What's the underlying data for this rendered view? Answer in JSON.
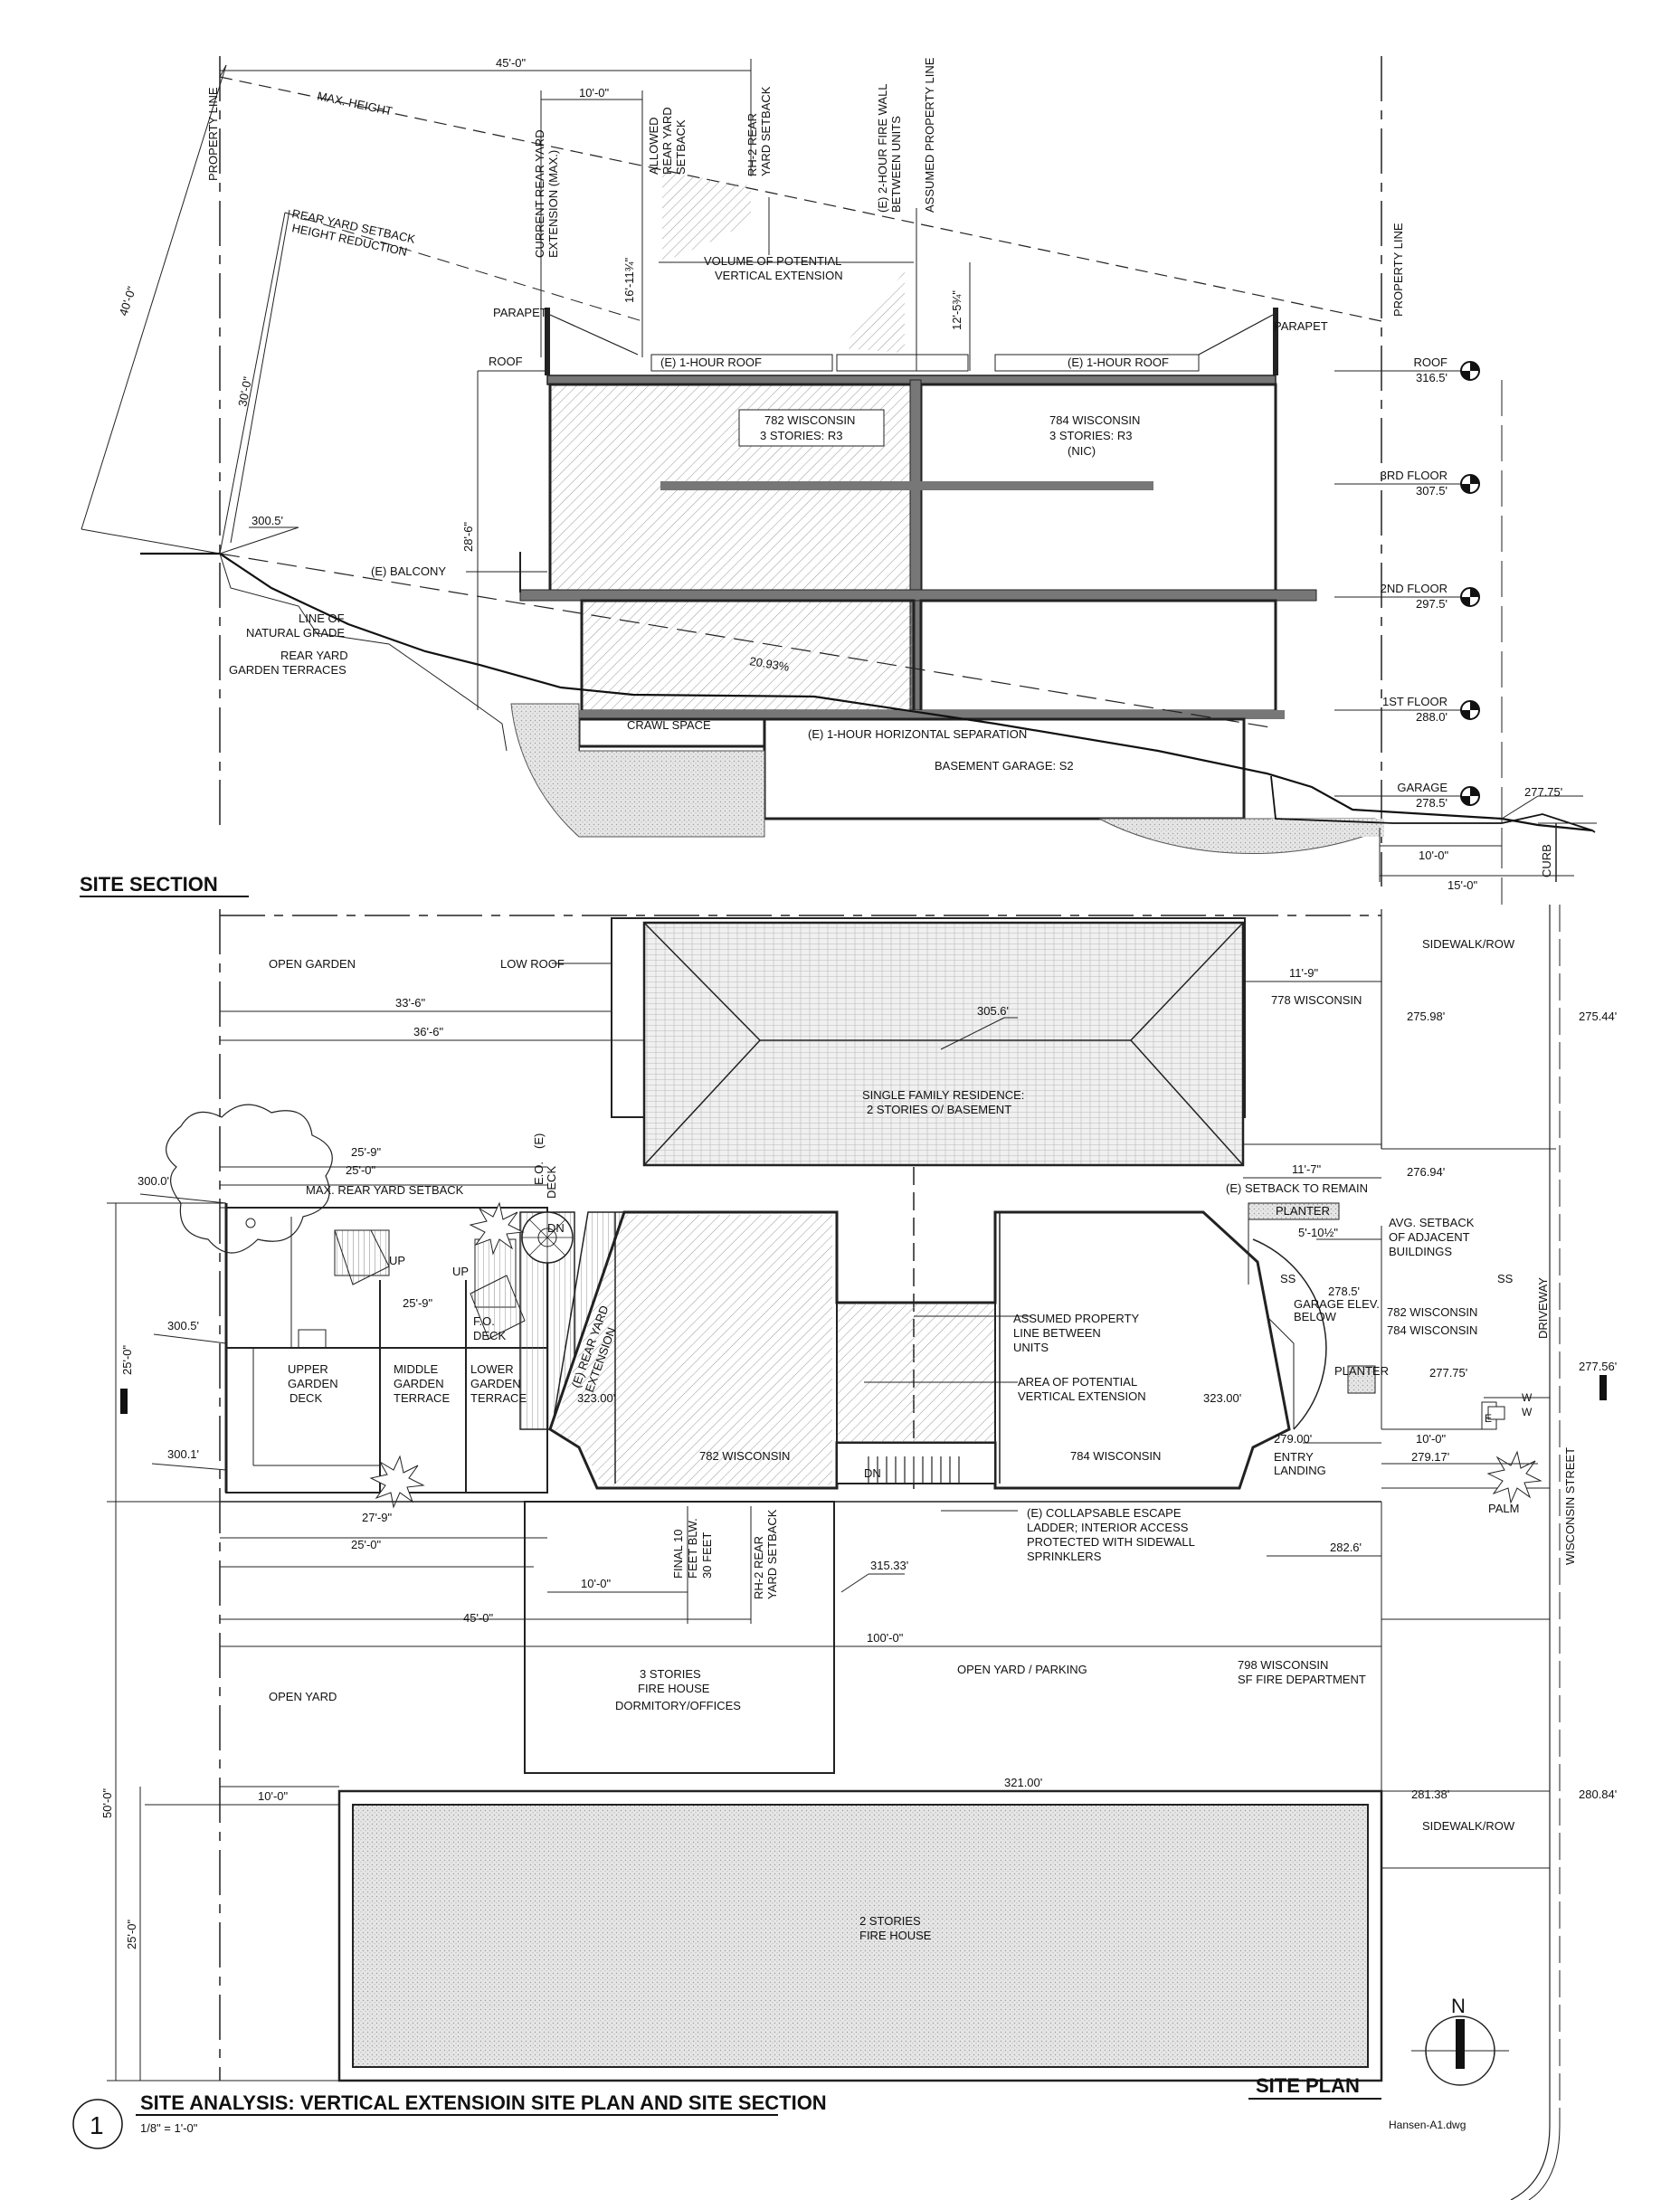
{
  "section": {
    "title": "SITE SECTION",
    "dims": {
      "d45": "45'-0\"",
      "d10": "10'-0\"",
      "d40": "40'-0\"",
      "d30": "30'-0\"",
      "d28_6": "28'-6\"",
      "d16": "16'-11¾\"",
      "d12": "12'-5¾\"",
      "d10b": "10'-0\"",
      "d15": "15'-0\""
    },
    "labels": {
      "property_line_left": "PROPERTY LINE",
      "property_line_right": "PROPERTY LINE",
      "max_height": "MAX. HEIGHT",
      "setback_reduction_1": "REAR YARD SETBACK",
      "setback_reduction_2": "HEIGHT REDUCTION",
      "current_rear_1": "CURRENT REAR YARD",
      "current_rear_2": "EXTENSION (MAX.)",
      "allowed_1": "ALLOWED",
      "allowed_2": "REAR YARD",
      "allowed_3": "SETBACK",
      "rh2_1": "RH-2 REAR",
      "rh2_2": "YARD SETBACK",
      "firewall_1": "(E) 2-HOUR FIRE WALL",
      "firewall_2": "BETWEEN UNITS",
      "assumed_pl": "ASSUMED PROPERTY LINE",
      "volume_1": "VOLUME OF POTENTIAL",
      "volume_2": "VERTICAL EXTENSION",
      "parapet_left": "PARAPET",
      "parapet_right": "PARAPET",
      "roof_left": "ROOF",
      "one_hour_roof_a": "(E) 1-HOUR ROOF",
      "one_hour_roof_b": "(E) 1-HOUR ROOF",
      "unit782_1": "782 WISCONSIN",
      "unit782_2": "3 STORIES: R3",
      "unit784_1": "784 WISCONSIN",
      "unit784_2": "3 STORIES: R3",
      "unit784_3": "(NIC)",
      "elev_300_5": "300.5'",
      "balcony": "(E) BALCONY",
      "natural_grade_1": "LINE OF",
      "natural_grade_2": "NATURAL GRADE",
      "garden_terraces_1": "REAR YARD",
      "garden_terraces_2": "GARDEN TERRACES",
      "slope": "20.93%",
      "crawl_space": "CRAWL SPACE",
      "horiz_sep": "(E) 1-HOUR HORIZONTAL SEPARATION",
      "basement": "BASEMENT GARAGE: S2",
      "elev_277_75": "277.75'",
      "curb": "CURB"
    },
    "levels": [
      {
        "name": "ROOF",
        "elev": "316.5'"
      },
      {
        "name": "3RD FLOOR",
        "elev": "307.5'"
      },
      {
        "name": "2ND FLOOR",
        "elev": "297.5'"
      },
      {
        "name": "1ST FLOOR",
        "elev": "288.0'"
      },
      {
        "name": "GARAGE",
        "elev": "278.5'"
      }
    ]
  },
  "plan": {
    "title": "SITE PLAN",
    "labels": {
      "open_garden": "OPEN GARDEN",
      "low_roof": "LOW ROOF",
      "d33_6": "33'-6\"",
      "d36_6": "36'-6\"",
      "d11_9": "11'-9\"",
      "w778": "778 WISCONSIN",
      "sidewalk_top": "SIDEWALK/ROW",
      "e275_98": "275.98'",
      "e275_44": "275.44'",
      "e305_6": "305.6'",
      "sfr_1": "SINGLE FAMILY RESIDENCE:",
      "sfr_2": "2 STORIES O/ BASEMENT",
      "d25_9a": "25'-9\"",
      "d25_0a": "25'-0\"",
      "eo_deck_1": "E.O.",
      "eo_deck_2": "DECK",
      "e_deck": "(E)",
      "e300_0": "300.0'",
      "max_rear": "MAX. REAR YARD SETBACK",
      "d11_7": "11'-7\"",
      "setback_remain": "(E) SETBACK TO REMAIN",
      "e276_94": "276.94'",
      "planter_top": "PLANTER",
      "d5_10": "5'-10½\"",
      "avg_setback_1": "AVG. SETBACK",
      "avg_setback_2": "OF ADJACENT",
      "avg_setback_3": "BUILDINGS",
      "up1": "UP",
      "up2": "UP",
      "dn1": "DN",
      "d25_9b": "25'-9\"",
      "fo_deck_1": "F.O.",
      "fo_deck_2": "DECK",
      "e_rear_ext_1": "(E) REAR YARD",
      "e_rear_ext_2": "EXTENSION",
      "assumed_pl_1": "ASSUMED PROPERTY",
      "assumed_pl_2": "LINE BETWEEN",
      "assumed_pl_3": "UNITS",
      "area_1": "AREA OF POTENTIAL",
      "area_2": "VERTICAL EXTENSION",
      "ss1": "SS",
      "ss2": "SS",
      "e278_5": "278.5'",
      "garage_elev_1": "GARAGE ELEV.",
      "garage_elev_2": "BELOW",
      "w782_a": "782 WISCONSIN",
      "w784_a": "784 WISCONSIN",
      "driveway": "DRIVEWAY",
      "e300_5": "300.5'",
      "upper_1": "UPPER",
      "upper_2": "GARDEN",
      "upper_3": "DECK",
      "middle_1": "MIDDLE",
      "middle_2": "GARDEN",
      "middle_3": "TERRACE",
      "lower_1": "LOWER",
      "lower_2": "GARDEN",
      "lower_3": "TERRACE",
      "e323_a": "323.00'",
      "e323_b": "323.00'",
      "planter_mid": "PLANTER",
      "e277_75": "277.75'",
      "e277_56": "277.56'",
      "ww1": "W",
      "ww2": "W",
      "e_box": "E",
      "d10_0c": "10'-0\"",
      "e279_00": "279.00'",
      "e279_17": "279.17'",
      "entry_1": "ENTRY",
      "entry_2": "LANDING",
      "palm": "PALM",
      "e300_1": "300.1'",
      "w782_b": "782 WISCONSIN",
      "w784_b": "784 WISCONSIN",
      "dn2": "DN",
      "d27_9": "27'-9\"",
      "d25_0b": "25'-0\"",
      "final_1": "FINAL 10",
      "final_2": "FEET BLW.",
      "final_3": "30 FEET",
      "rh2_1": "RH-2 REAR",
      "rh2_2": "YARD SETBACK",
      "d10_0d": "10'-0\"",
      "e315_33": "315.33'",
      "escape_1": "(E) COLLAPSABLE ESCAPE",
      "escape_2": "LADDER; INTERIOR ACCESS",
      "escape_3": "PROTECTED WITH SIDEWALL",
      "escape_4": "SPRINKLERS",
      "e282_6": "282.6'",
      "wisconsin_street": "WISCONSIN STREET",
      "d45_0": "45'-0\"",
      "d100_0": "100'-0\"",
      "open_yard": "OPEN YARD",
      "dorm_1": "3 STORIES",
      "dorm_2": "FIRE HOUSE",
      "dorm_3": "DORMITORY/OFFICES",
      "open_parking": "OPEN YARD / PARKING",
      "w798_1": "798 WISCONSIN",
      "w798_2": "SF FIRE DEPARTMENT",
      "d25_left": "25'-0\"",
      "d10_0e": "10'-0\"",
      "e321_00": "321.00'",
      "e281_38": "281.38'",
      "e280_84": "280.84'",
      "sidewalk_bottom": "SIDEWALK/ROW",
      "d50_left": "50'-0\"",
      "d25_lower": "25'-0\"",
      "fh_1": "2 STORIES",
      "fh_2": "FIRE HOUSE",
      "north": "N"
    }
  },
  "titleblock": {
    "number": "1",
    "title": "SITE ANALYSIS: VERTICAL EXTENSIOIN SITE PLAN AND SITE SECTION",
    "scale": "1/8\" = 1'-0\"",
    "file": "Hansen-A1.dwg"
  }
}
